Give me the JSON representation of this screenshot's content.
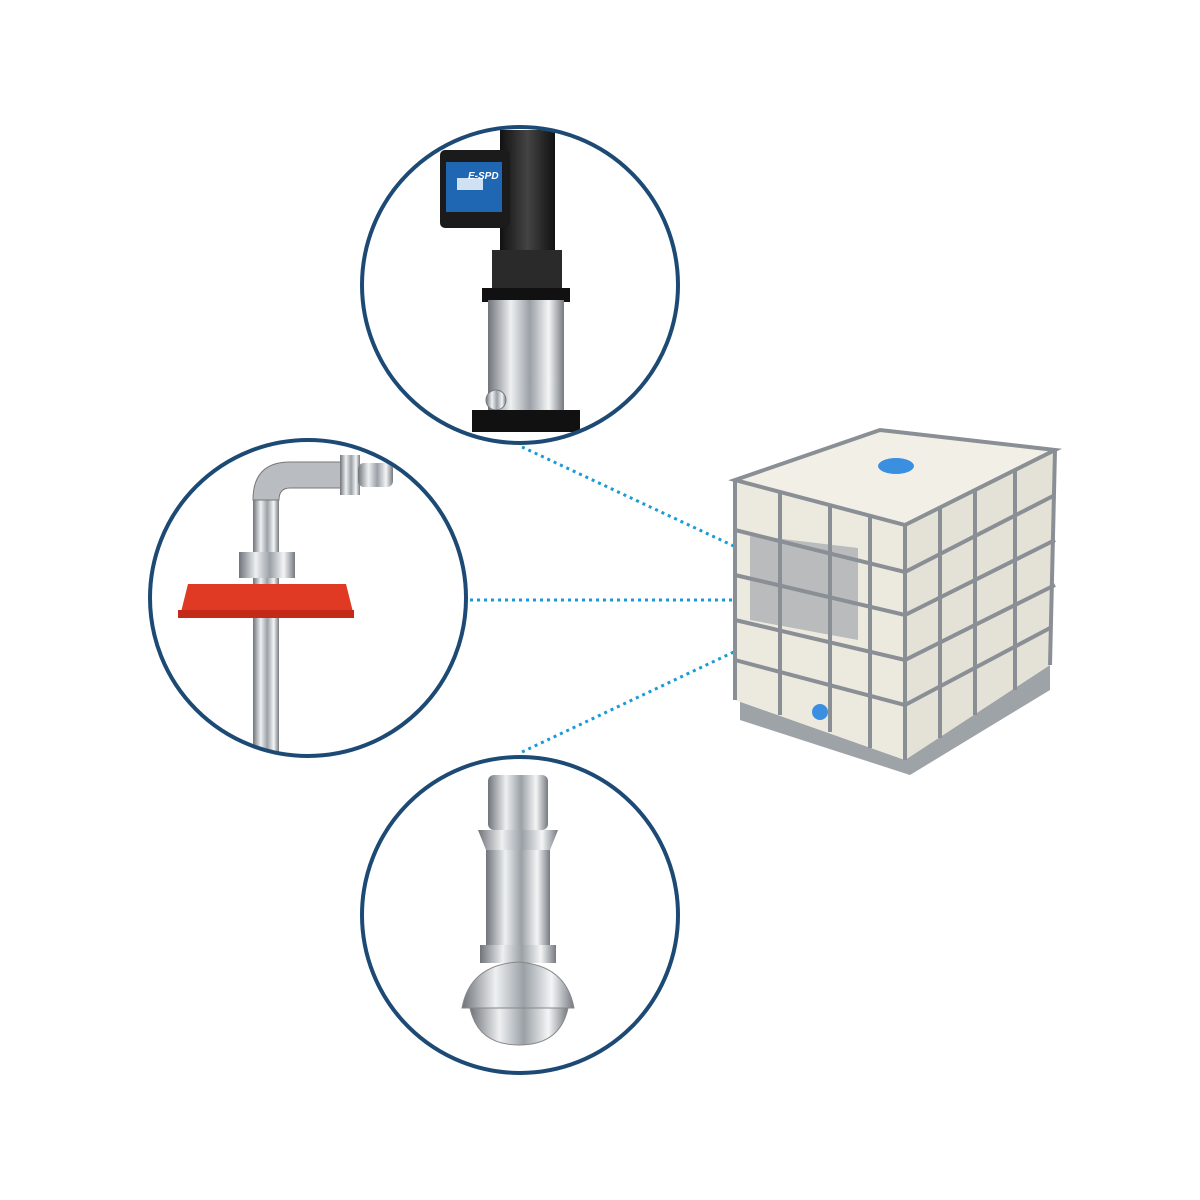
{
  "diagram": {
    "center_item": "ibc-tote-tank",
    "components": [
      {
        "id": "vertical-multistage-pump",
        "controller_label": "E-SPD"
      },
      {
        "id": "dip-tube-with-red-cap"
      },
      {
        "id": "rotary-spray-nozzle"
      }
    ],
    "colors": {
      "circle_border": "#1d4a74",
      "connector": "#1a9ad6",
      "cap_red": "#e03a24",
      "tote_lid_blue": "#3b8fe0"
    }
  }
}
